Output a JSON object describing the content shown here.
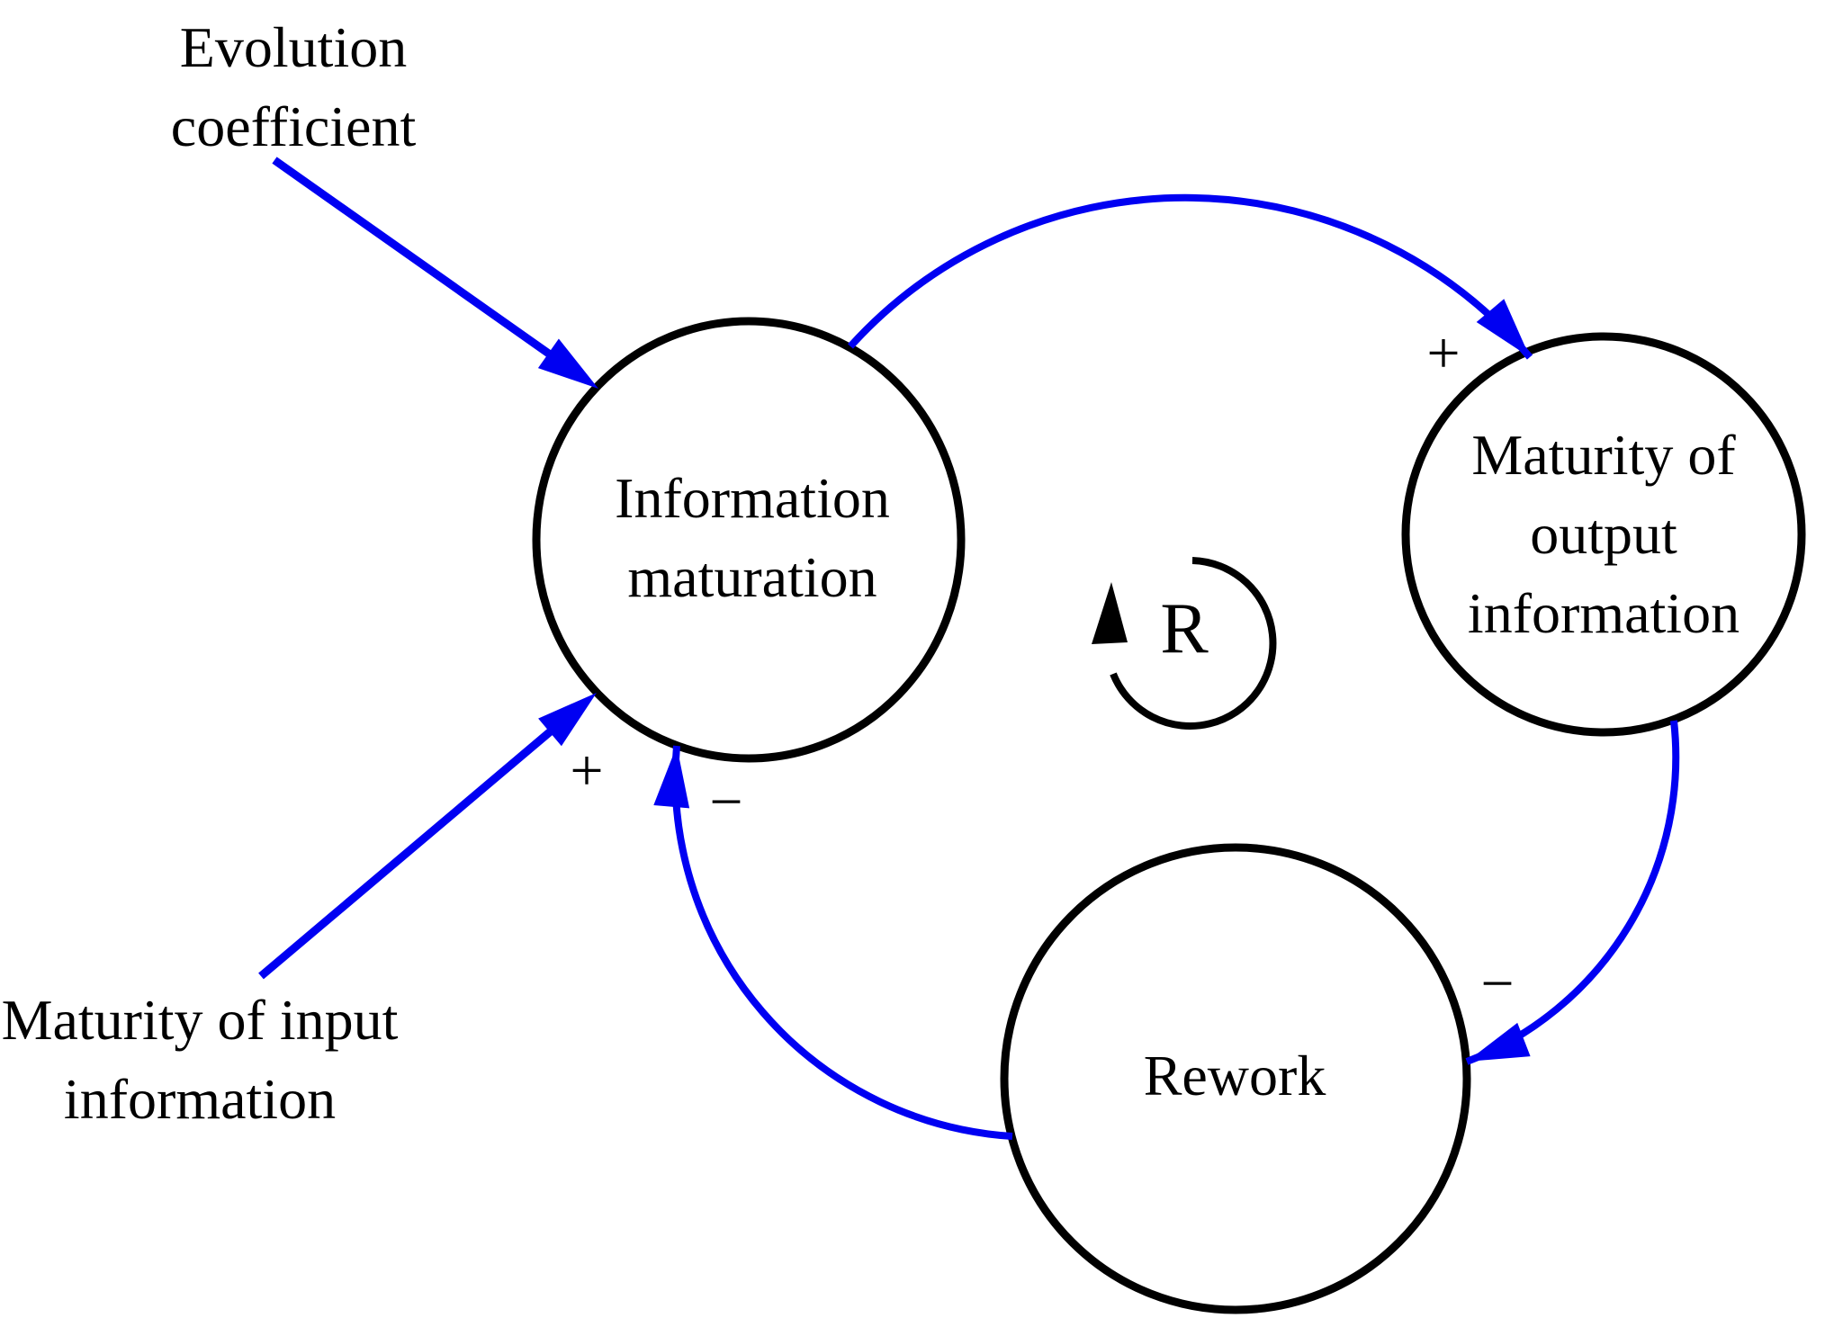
{
  "figure": {
    "type": "causal-loop-diagram",
    "colors": {
      "link": "#0000f2",
      "outline": "#000000",
      "text": "#000000",
      "background": "#ffffff"
    },
    "loop_marker": {
      "label": "R",
      "direction": "clockwise"
    },
    "nodes": [
      {
        "id": "information-maturation",
        "lines": [
          "Information",
          "maturation"
        ]
      },
      {
        "id": "maturity-of-output-information",
        "lines": [
          "Maturity of",
          "output",
          "information"
        ]
      },
      {
        "id": "rework",
        "lines": [
          "Rework"
        ]
      }
    ],
    "external_labels": [
      {
        "id": "evolution-coefficient",
        "lines": [
          "Evolution",
          "coefficient"
        ]
      },
      {
        "id": "maturity-of-input-information",
        "lines": [
          "Maturity of input",
          "information"
        ]
      }
    ],
    "links": [
      {
        "from": "Information maturation",
        "to": "Maturity of output information",
        "sign": "+"
      },
      {
        "from": "Maturity of output information",
        "to": "Rework",
        "sign": "−"
      },
      {
        "from": "Rework",
        "to": "Information maturation",
        "sign": "−"
      },
      {
        "from": "Maturity of input information",
        "to": "Information maturation",
        "sign": "+"
      },
      {
        "from": "Evolution coefficient",
        "to": "Information maturation",
        "sign": ""
      }
    ]
  }
}
